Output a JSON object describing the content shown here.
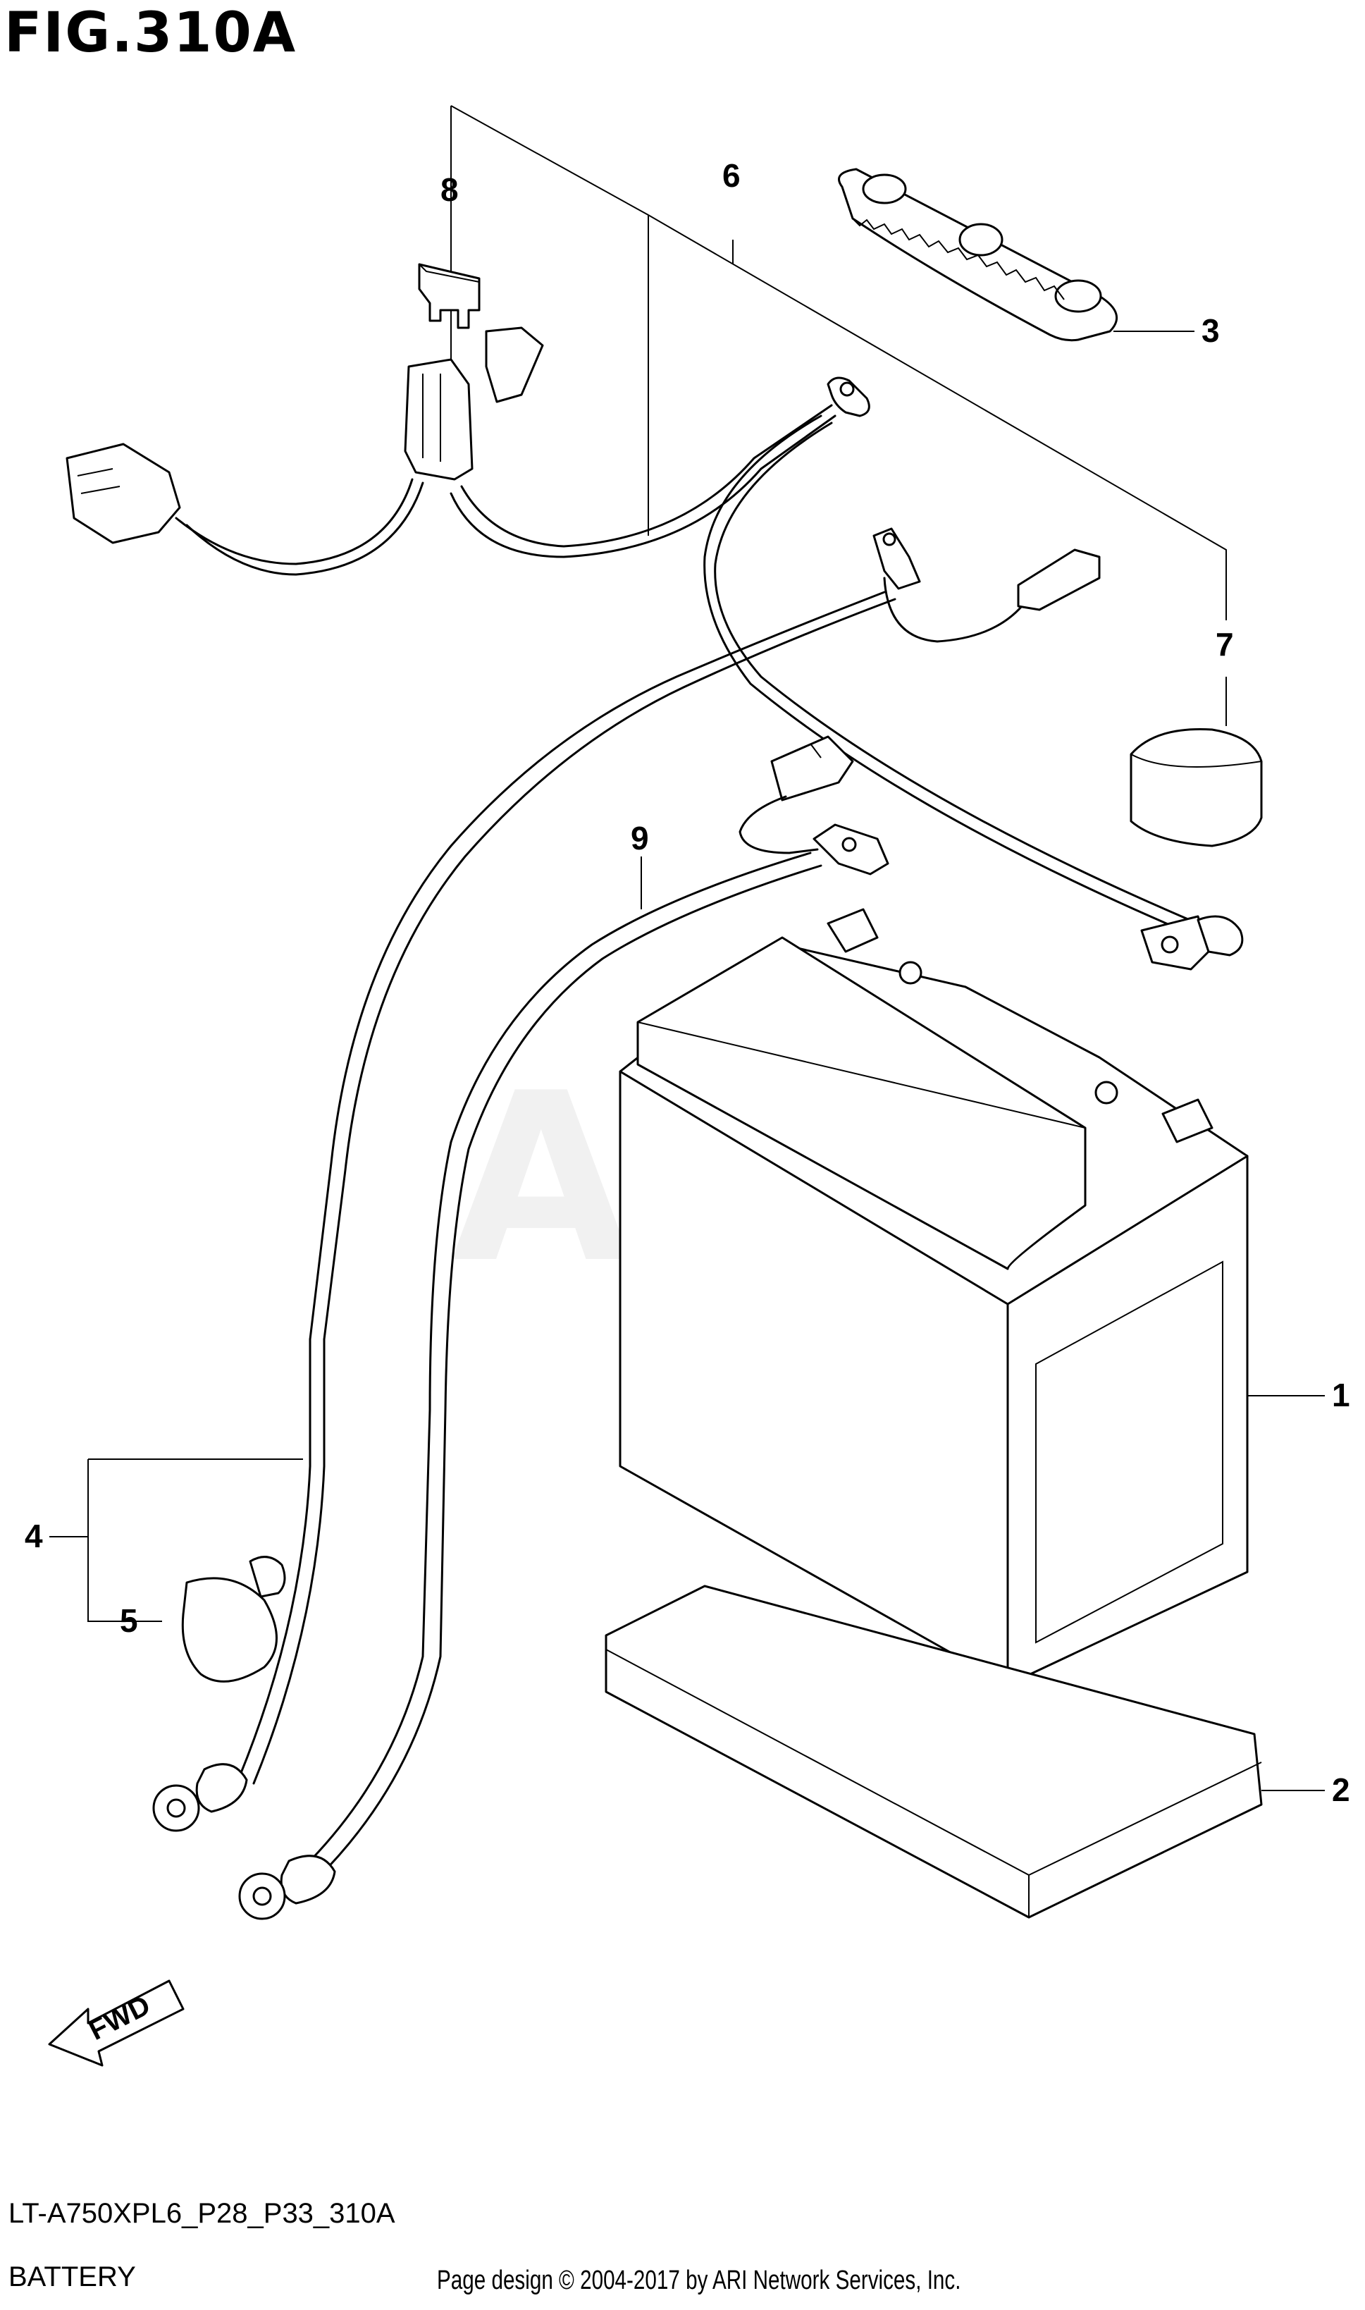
{
  "figure": {
    "title": "FIG.310A"
  },
  "watermark": "ARI",
  "model_code": "LT-A750XPL6_P28_P33_310A",
  "section_name": "BATTERY",
  "footer": "Page design © 2004-2017 by ARI Network Services, Inc.",
  "direction_label": "FWD",
  "callouts": [
    "1",
    "2",
    "3",
    "4",
    "5",
    "6",
    "7",
    "8",
    "9"
  ]
}
